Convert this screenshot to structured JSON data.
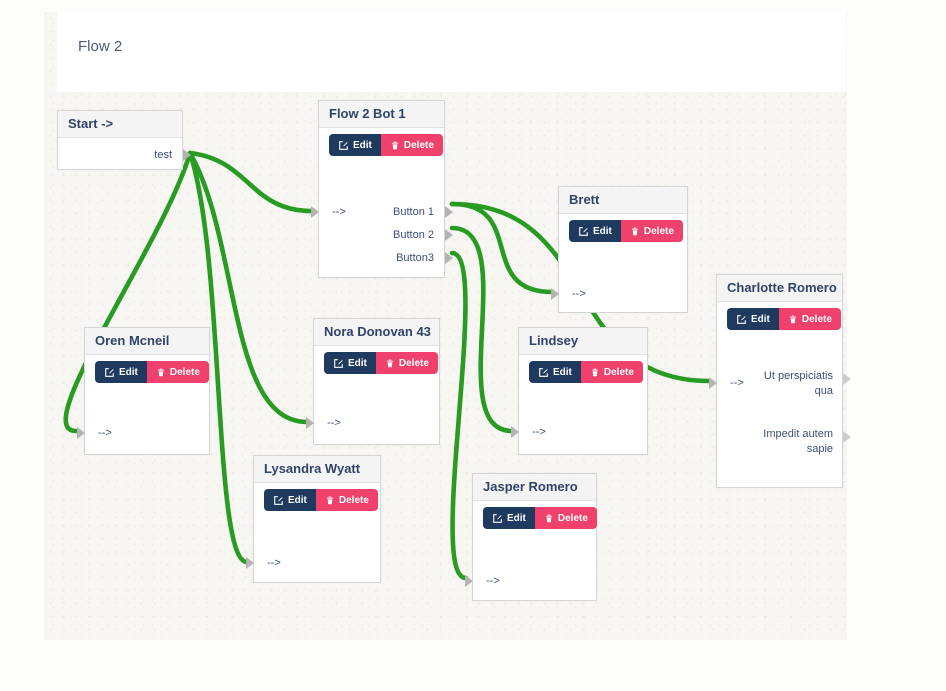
{
  "header": {
    "title": "Flow 2"
  },
  "buttons": {
    "edit": "Edit",
    "delete": "Delete"
  },
  "ports": {
    "input_label": "-->"
  },
  "colors": {
    "connection_green": "#279b22",
    "edit_button_navy": "#1e3a5f",
    "delete_button_pink": "#f0416c",
    "node_title_navy": "#2f4468",
    "canvas_background": "#f8f6f3"
  },
  "nodes": {
    "start": {
      "title": "Start ->",
      "output": "test"
    },
    "bot1": {
      "title": "Flow 2 Bot 1",
      "outputs": [
        "Button 1",
        "Button 2",
        "Button3"
      ]
    },
    "brett": {
      "title": "Brett"
    },
    "charlotte": {
      "title": "Charlotte Romero",
      "outputs": [
        "Ut perspiciatis qua",
        "Impedit autem sapie"
      ]
    },
    "oren": {
      "title": "Oren Mcneil"
    },
    "nora": {
      "title": "Nora Donovan 43"
    },
    "lindsey": {
      "title": "Lindsey"
    },
    "lysandra": {
      "title": "Lysandra Wyatt"
    },
    "jasper": {
      "title": "Jasper Romero"
    }
  },
  "connections": [
    {
      "from": "Start -> : test",
      "to": "Flow 2 Bot 1"
    },
    {
      "from": "Start -> : test",
      "to": "Oren Mcneil"
    },
    {
      "from": "Start -> : test",
      "to": "Nora Donovan 43"
    },
    {
      "from": "Start -> : test",
      "to": "Lysandra Wyatt"
    },
    {
      "from": "Flow 2 Bot 1 : Button 1",
      "to": "Brett"
    },
    {
      "from": "Flow 2 Bot 1 : Button 1",
      "to": "Charlotte Romero"
    },
    {
      "from": "Flow 2 Bot 1 : Button 2",
      "to": "Lindsey"
    },
    {
      "from": "Flow 2 Bot 1 : Button3",
      "to": "Jasper Romero"
    }
  ]
}
